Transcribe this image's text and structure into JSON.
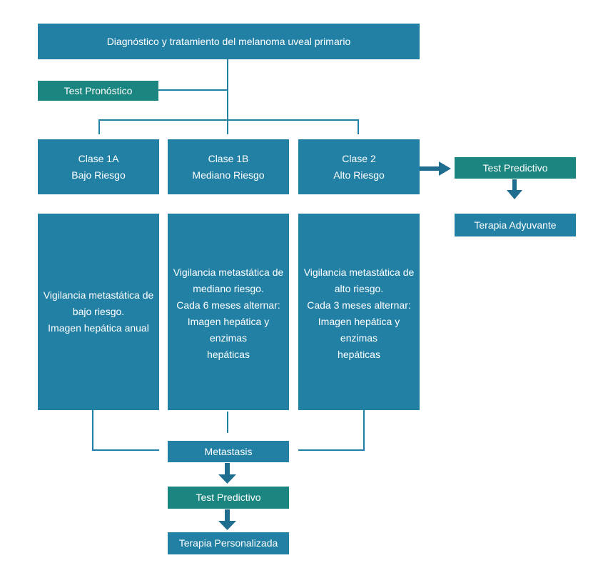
{
  "colors": {
    "box_blue": "#2280a5",
    "box_teal": "#1b8580",
    "line": "#2280a5",
    "arrow": "#1f6d8f"
  },
  "diagram": {
    "title": "Diagnóstico y tratamiento del melanoma uveal primario",
    "prognostic_test": "Test Pronóstico",
    "classes": [
      {
        "name": "Clase 1A",
        "risk": "Bajo Riesgo"
      },
      {
        "name": "Clase 1B",
        "risk": "Mediano Riesgo"
      },
      {
        "name": "Clase 2",
        "risk": "Alto Riesgo"
      }
    ],
    "surveillance": [
      {
        "lines": [
          "Vigilancia metastática de",
          "bajo riesgo.",
          "Imagen hepática anual"
        ]
      },
      {
        "lines": [
          "Vigilancia metastática de",
          "mediano riesgo.",
          "Cada 6 meses alternar:",
          "Imagen hepática y enzimas",
          "hepáticas"
        ]
      },
      {
        "lines": [
          "Vigilancia metastática de",
          "alto riesgo.",
          "Cada 3 meses alternar:",
          "Imagen hepática y enzimas",
          "hepáticas"
        ]
      }
    ],
    "predictive_test_right": "Test Predictivo",
    "adjuvant_therapy": "Terapia Adyuvante",
    "metastasis": "Metastasis",
    "predictive_test_bottom": "Test Predictivo",
    "personalized_therapy": "Terapia Personalizada"
  }
}
